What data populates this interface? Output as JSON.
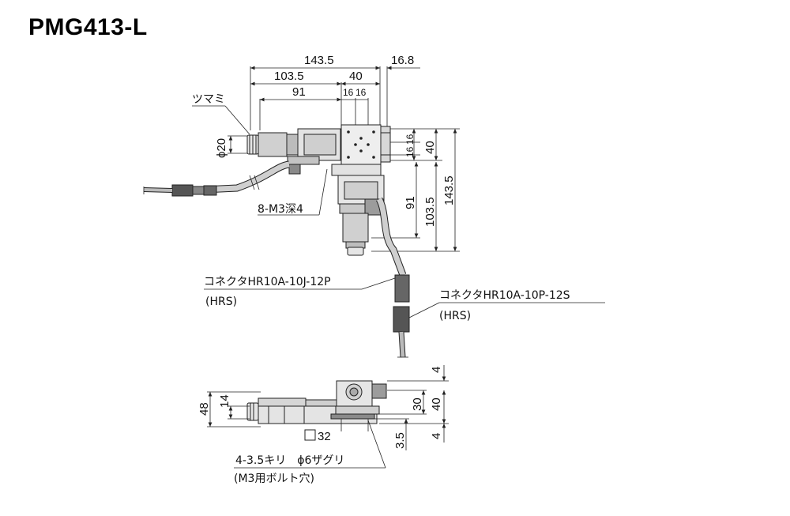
{
  "title": "PMG413-L",
  "top_view": {
    "dims": {
      "w143_5": "143.5",
      "w16_8": "16.8",
      "w103_5": "103.5",
      "w40": "40",
      "w91": "91",
      "w16a": "16",
      "w16b": "16",
      "h16a": "16",
      "h16b": "16",
      "h40": "40",
      "h91": "91",
      "h103_5": "103.5",
      "h143_5": "143.5",
      "phi20": "ϕ20"
    },
    "labels": {
      "knob": "ツマミ",
      "holes": "8-M3深4",
      "connector1_name": "コネクタHR10A-10J-12P",
      "connector1_maker": "(HRS)",
      "connector2_name": "コネクタHR10A-10P-12S",
      "connector2_maker": "(HRS)"
    }
  },
  "side_view": {
    "dims": {
      "h48": "48",
      "h14": "14",
      "h4_top": "4",
      "h30": "30",
      "h40": "40",
      "h4_bottom": "4",
      "h3_5": "3.5",
      "sq32": "32"
    },
    "labels": {
      "hole_spec": "4-3.5キリ　ϕ6ザグリ",
      "hole_note": "(M3用ボルト穴)"
    }
  },
  "colors": {
    "line": "#222222",
    "body": "#d8d8d8",
    "body_dark": "#9a9a9a",
    "motor": "#cfcfcf",
    "cable": "#bdbdbd"
  }
}
